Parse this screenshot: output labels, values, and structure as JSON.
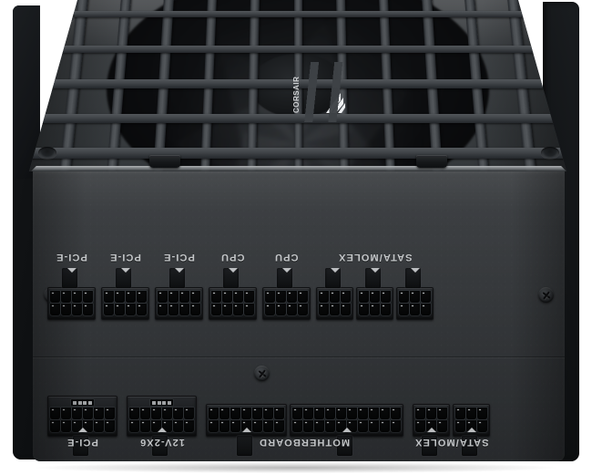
{
  "product": {
    "type": "atx-power-supply",
    "brand_logo": "corsair-sails-logo",
    "brand_text": "CORSAIR",
    "view": "top-front-three-quarter"
  },
  "colors": {
    "body": "#3a3d41",
    "face": "#3c3f42",
    "grille_bar": "#4a4e52",
    "cavity": "#0c0d0f",
    "label_text": "#cfd2d4",
    "metal_edge": "#b9bcbe",
    "background": "#ffffff"
  },
  "top_panel": {
    "name": "fan-grille-panel",
    "screw_recess_count": 4,
    "clip_count": 2,
    "vertical_bars": 13,
    "horizontal_bars": 5
  },
  "connector_rows": [
    {
      "id": "upper-row",
      "label_position": "above",
      "groups": [
        {
          "label": "PCI-E",
          "connectors": [
            {
              "cols": 4,
              "rows": 2,
              "pins": 8
            }
          ]
        },
        {
          "label": "PCI-E",
          "connectors": [
            {
              "cols": 4,
              "rows": 2,
              "pins": 8
            }
          ]
        },
        {
          "label": "PCI-E",
          "connectors": [
            {
              "cols": 4,
              "rows": 2,
              "pins": 8
            }
          ]
        },
        {
          "label": "CPU",
          "connectors": [
            {
              "cols": 4,
              "rows": 2,
              "pins": 8
            }
          ]
        },
        {
          "label": "CPU",
          "connectors": [
            {
              "cols": 4,
              "rows": 2,
              "pins": 8
            }
          ]
        },
        {
          "label": "SATA/MOLEX",
          "connectors": [
            {
              "cols": 3,
              "rows": 2,
              "pins": 6
            },
            {
              "cols": 3,
              "rows": 2,
              "pins": 6
            },
            {
              "cols": 3,
              "rows": 2,
              "pins": 6
            }
          ]
        }
      ]
    },
    {
      "id": "lower-row",
      "label_position": "below",
      "groups": [
        {
          "label": "PCI-E",
          "connectors": [
            {
              "cols": 6,
              "rows": 2,
              "pins": 12,
              "sense_pins": 4
            }
          ]
        },
        {
          "label": "12V-2X6",
          "connectors": [
            {
              "cols": 6,
              "rows": 2,
              "pins": 12,
              "sense_pins": 4
            }
          ]
        },
        {
          "label": "MOTHERBOARD",
          "connectors": [
            {
              "cols": 7,
              "rows": 2,
              "pins": 14
            },
            {
              "cols": 10,
              "rows": 2,
              "pins": 20
            }
          ]
        },
        {
          "label": "SATA/MOLEX",
          "connectors": [
            {
              "cols": 3,
              "rows": 2,
              "pins": 6
            },
            {
              "cols": 3,
              "rows": 2,
              "pins": 6
            }
          ]
        }
      ]
    }
  ],
  "labels_upper": [
    "PCI-E",
    "PCI-E",
    "PCI-E",
    "CPU",
    "CPU",
    "SATA/MOLEX"
  ],
  "labels_lower": [
    "PCI-E",
    "12V-2X6",
    "MOTHERBOARD",
    "SATA/MOLEX"
  ],
  "face_screws": {
    "name": "panel-screw",
    "count": 3,
    "positions": [
      "upper-left",
      "upper-right",
      "lower-center"
    ]
  }
}
